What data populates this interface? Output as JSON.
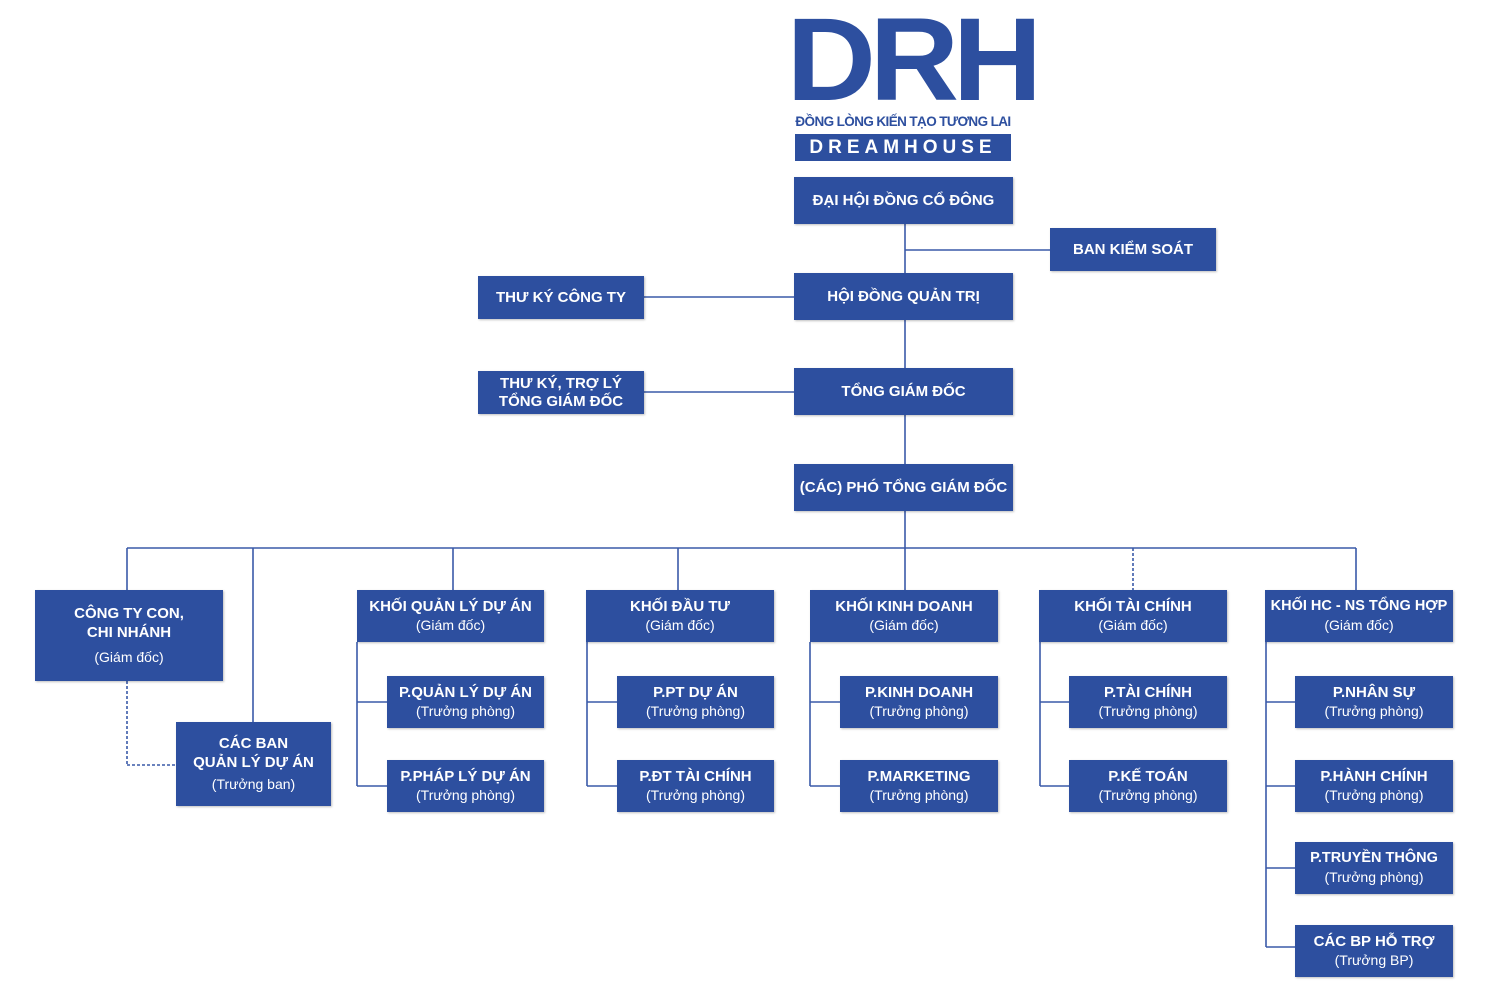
{
  "colors": {
    "box": "#2d4f9f",
    "line": "#3a5aa8",
    "logo": "#2d4f9f"
  },
  "logo": {
    "letters": "DRH",
    "slogan": "ĐỒNG LÒNG KIẾN TẠO TƯƠNG LAI",
    "brand": "DREAMHOUSE"
  },
  "nodes": {
    "dhdcd": {
      "title": "ĐẠI HỘI ĐỒNG CỔ ĐÔNG"
    },
    "bks": {
      "title": "BAN KIỂM SOÁT"
    },
    "hdqt": {
      "title": "HỘI ĐỒNG QUẢN TRỊ"
    },
    "tkct": {
      "title": "THƯ KÝ CÔNG TY"
    },
    "tgd": {
      "title": "TỔNG GIÁM ĐỐC"
    },
    "tktl": {
      "title": "THƯ KÝ, TRỢ LÝ\nTỔNG GIÁM ĐỐC"
    },
    "ptgd": {
      "title": "(CÁC) PHÓ TỔNG GIÁM ĐỐC"
    },
    "ctcon": {
      "title": "CÔNG TY CON,\nCHI NHÁNH",
      "sub": "(Giám đốc)"
    },
    "bqlda": {
      "title": "CÁC BAN\nQUẢN LÝ DỰ ÁN",
      "sub": "(Trưởng ban)"
    },
    "kqlda": {
      "title": "KHỐI QUẢN LÝ DỰ ÁN",
      "sub": "(Giám đốc)"
    },
    "pqlda": {
      "title": "P.QUẢN LÝ DỰ ÁN",
      "sub": "(Trưởng phòng)"
    },
    "pplda": {
      "title": "P.PHÁP LÝ DỰ ÁN",
      "sub": "(Trưởng phòng)"
    },
    "kdt": {
      "title": "KHỐI ĐẦU TƯ",
      "sub": "(Giám đốc)"
    },
    "pptda": {
      "title": "P.PT DỰ ÁN",
      "sub": "(Trưởng phòng)"
    },
    "pdttc": {
      "title": "P.ĐT TÀI CHÍNH",
      "sub": "(Trưởng phòng)"
    },
    "kkd": {
      "title": "KHỐI KINH DOANH",
      "sub": "(Giám đốc)"
    },
    "pkd": {
      "title": "P.KINH DOANH",
      "sub": "(Trưởng phòng)"
    },
    "pmkt": {
      "title": "P.MARKETING",
      "sub": "(Trưởng phòng)"
    },
    "ktc": {
      "title": "KHỐI TÀI CHÍNH",
      "sub": "(Giám đốc)"
    },
    "ptc": {
      "title": "P.TÀI CHÍNH",
      "sub": "(Trưởng phòng)"
    },
    "pkt": {
      "title": "P.KẾ TOÁN",
      "sub": "(Trưởng phòng)"
    },
    "khcns": {
      "title": "KHỐI HC - NS TỔNG HỢP",
      "sub": "(Giám đốc)"
    },
    "pns": {
      "title": "P.NHÂN SỰ",
      "sub": "(Trưởng phòng)"
    },
    "phc": {
      "title": "P.HÀNH CHÍNH",
      "sub": "(Trưởng phòng)"
    },
    "ptt": {
      "title": "P.TRUYỀN THÔNG",
      "sub": "(Trưởng phòng)"
    },
    "bpht": {
      "title": "CÁC BP HỖ TRỢ",
      "sub": "(Trưởng BP)"
    }
  }
}
